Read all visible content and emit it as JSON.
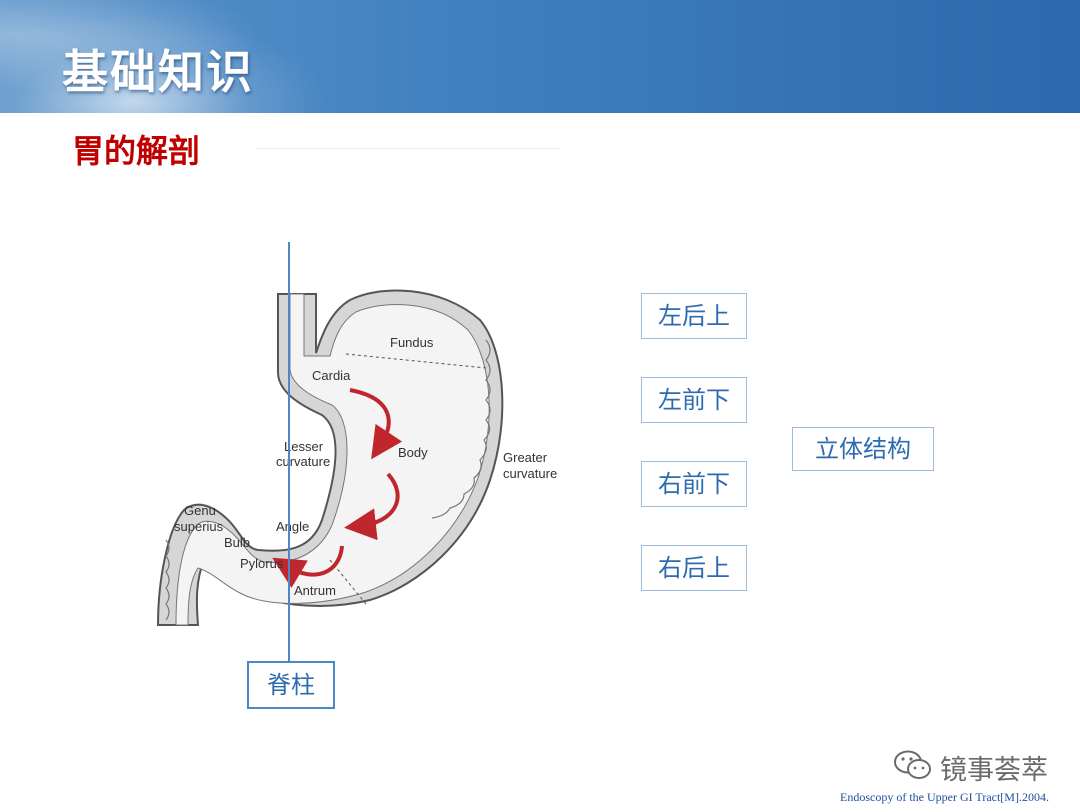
{
  "header": {
    "title": "基础知识"
  },
  "section": {
    "subtitle": "胃的解剖"
  },
  "diagram": {
    "labels": {
      "fundus": "Fundus",
      "cardia": "Cardia",
      "body": "Body",
      "lesser_1": "Lesser",
      "lesser_2": "curvature",
      "greater_1": "Greater",
      "greater_2": "curvature",
      "genu_1": "Genu",
      "genu_2": "superius",
      "bulb": "Bulb",
      "pylorus": "Pylorus",
      "angle": "Angle",
      "antrum": "Antrum"
    },
    "spine_label": "脊柱"
  },
  "directions": [
    "左后上",
    "左前下",
    "右前下",
    "右后上"
  ],
  "structure_label": "立体结构",
  "watermark": {
    "text": "镜事荟萃"
  },
  "citation": "Endoscopy of the Upper GI Tract[M].2004.",
  "colors": {
    "header": "#3f7fc0",
    "subtitle": "#c00000",
    "box_text": "#2d6bb0",
    "spine_line": "#4a88c8",
    "arrow": "#c0272d"
  }
}
